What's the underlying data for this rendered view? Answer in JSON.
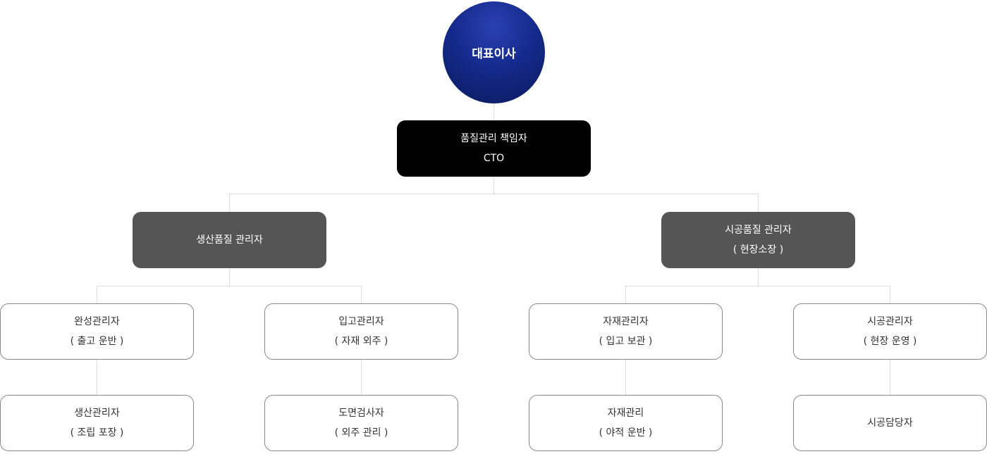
{
  "ceo": {
    "title": "대표이사"
  },
  "cto": {
    "title": "품질관리 책임자",
    "subtitle": "CTO"
  },
  "production_quality": {
    "title": "생산품질 관리자",
    "subtitle": ""
  },
  "construction_quality": {
    "title": "시공품질 관리자",
    "subtitle": "( 현장소장 )"
  },
  "completion_manager": {
    "title": "완성관리자",
    "subtitle": "( 출고 운반 )"
  },
  "receiving_manager": {
    "title": "입고관리자",
    "subtitle": "( 자재 외주 )"
  },
  "material_manager": {
    "title": "자재관리자",
    "subtitle": "( 입고 보관 )"
  },
  "construction_manager": {
    "title": "시공관리자",
    "subtitle": "( 현장 운영 )"
  },
  "production_manager": {
    "title": "생산관리자",
    "subtitle": "( 조립 포장 )"
  },
  "drawing_inspector": {
    "title": "도면검사자",
    "subtitle": "( 외주 관리 )"
  },
  "material_management": {
    "title": "자재관리",
    "subtitle": "( 야적 운반 )"
  },
  "construction_staff": {
    "title": "시공담당자",
    "subtitle": ""
  },
  "colors": {
    "ceo_circle": "#142a8c",
    "cto_box": "#000000",
    "mid_box": "#555555",
    "leaf_border": "#888888",
    "connector": "#dddddd"
  }
}
